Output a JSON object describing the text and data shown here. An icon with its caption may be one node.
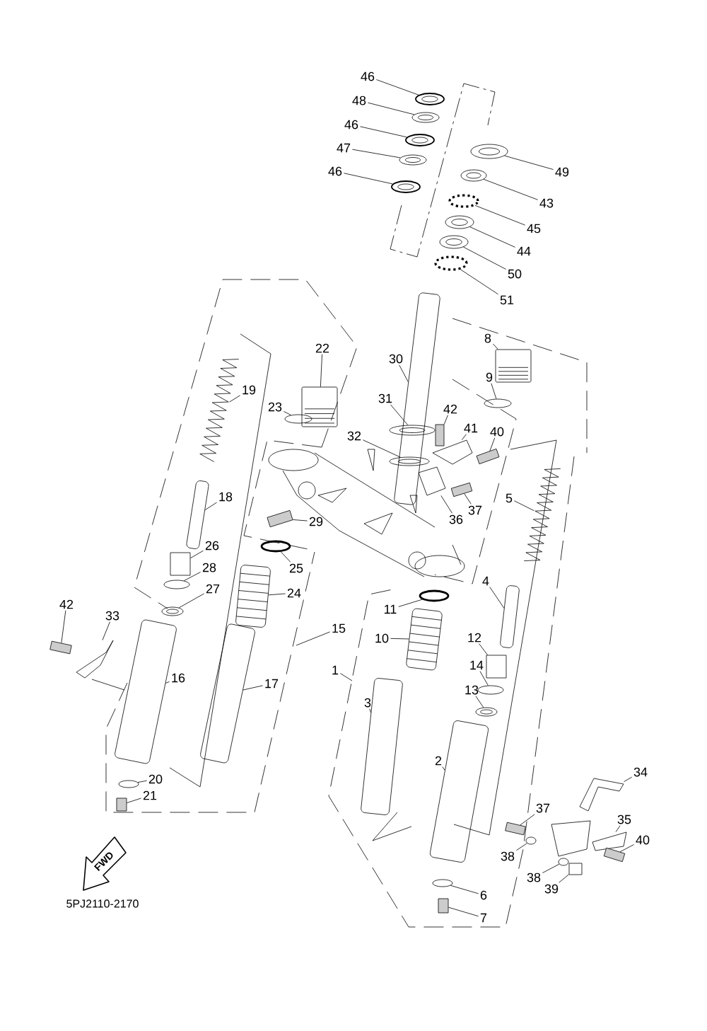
{
  "diagram": {
    "nodes": [
      {
        "text": [
          "46"
        ]
      },
      {
        "text": [
          "48"
        ]
      },
      {
        "text": [
          "46"
        ]
      },
      {
        "text": [
          "47"
        ]
      },
      {
        "text": [
          "46"
        ]
      },
      {
        "text": [
          "49"
        ]
      },
      {
        "text": [
          "43"
        ]
      },
      {
        "text": [
          "45"
        ]
      },
      {
        "text": [
          "44"
        ]
      },
      {
        "text": [
          "50"
        ]
      },
      {
        "text": [
          "51"
        ]
      },
      {
        "text": [
          "22"
        ]
      },
      {
        "text": [
          "30"
        ]
      },
      {
        "text": [
          "8"
        ]
      },
      {
        "text": [
          "9"
        ]
      },
      {
        "text": [
          "19"
        ]
      },
      {
        "text": [
          "23"
        ]
      },
      {
        "text": [
          "31"
        ]
      },
      {
        "text": [
          "42"
        ]
      },
      {
        "text": [
          "41"
        ]
      },
      {
        "text": [
          "40"
        ]
      },
      {
        "text": [
          "32"
        ]
      },
      {
        "text": [
          "5"
        ]
      },
      {
        "text": [
          "18"
        ]
      },
      {
        "text": [
          "29"
        ]
      },
      {
        "text": [
          "37"
        ]
      },
      {
        "text": [
          "36"
        ]
      },
      {
        "text": [
          "26"
        ]
      },
      {
        "text": [
          "25"
        ]
      },
      {
        "text": [
          "28"
        ]
      },
      {
        "text": [
          "4"
        ]
      },
      {
        "text": [
          "27"
        ]
      },
      {
        "text": [
          "24"
        ]
      },
      {
        "text": [
          "11"
        ]
      },
      {
        "text": [
          "42"
        ]
      },
      {
        "text": [
          "33"
        ]
      },
      {
        "text": [
          "15"
        ]
      },
      {
        "text": [
          "10"
        ]
      },
      {
        "text": [
          "12"
        ]
      },
      {
        "text": [
          "1"
        ]
      },
      {
        "text": [
          "14"
        ]
      },
      {
        "text": [
          "16"
        ]
      },
      {
        "text": [
          "17"
        ]
      },
      {
        "text": [
          "13"
        ]
      },
      {
        "text": [
          "3"
        ]
      },
      {
        "text": [
          "2"
        ]
      },
      {
        "text": [
          "34"
        ]
      },
      {
        "text": [
          "20"
        ]
      },
      {
        "text": [
          "21"
        ]
      },
      {
        "text": [
          "37"
        ]
      },
      {
        "text": [
          "35"
        ]
      },
      {
        "text": [
          "40"
        ]
      },
      {
        "text": [
          "38"
        ]
      },
      {
        "text": [
          "38"
        ]
      },
      {
        "text": [
          "39"
        ]
      },
      {
        "text": [
          "6"
        ]
      },
      {
        "text": [
          "7"
        ]
      },
      {
        "text": [],
        "shape": "picture"
      },
      {
        "text": [],
        "shape": "picture"
      },
      {
        "text": [],
        "shape": "picture"
      },
      {
        "text": [],
        "shape": "picture"
      },
      {
        "text": [],
        "shape": "picture"
      },
      {
        "text": [],
        "shape": "picture"
      },
      {
        "text": [],
        "shape": "picture"
      },
      {
        "text": [],
        "shape": "ring"
      },
      {
        "text": [],
        "shape": "picture"
      },
      {
        "text": [],
        "shape": "picture"
      },
      {
        "text": [],
        "shape": "ring"
      },
      {
        "text": [],
        "shape": "picture"
      },
      {
        "text": [],
        "shape": "picture"
      },
      {
        "text": [],
        "shape": "picture"
      },
      {
        "text": [],
        "shape": "ring"
      },
      {
        "text": [],
        "shape": "picture"
      },
      {
        "text": [],
        "shape": "ring"
      },
      {
        "text": [],
        "shape": "picture"
      },
      {
        "text": [],
        "shape": "box"
      },
      {
        "text": [],
        "shape": "picture"
      },
      {
        "text": [],
        "shape": "box"
      },
      {
        "text": [],
        "shape": "picture"
      },
      {
        "text": [],
        "shape": "picture"
      },
      {
        "text": [],
        "shape": "picture"
      },
      {
        "text": [],
        "shape": "box"
      },
      {
        "text": [],
        "shape": "box"
      },
      {
        "text": [],
        "shape": "picture"
      },
      {
        "text": [],
        "shape": "box"
      },
      {
        "text": [],
        "shape": "ring"
      },
      {
        "text": [],
        "shape": "ring"
      },
      {
        "text": [],
        "shape": "picture"
      },
      {
        "text": [],
        "shape": "picture"
      },
      {
        "text": [],
        "shape": "picture"
      },
      {
        "text": [],
        "shape": "ring"
      },
      {
        "text": [],
        "shape": "box"
      },
      {
        "text": [],
        "shape": "picture"
      },
      {
        "text": [],
        "shape": "picture"
      },
      {
        "text": [],
        "shape": "box"
      },
      {
        "text": [],
        "shape": "ring"
      },
      {
        "text": [],
        "shape": "picture"
      },
      {
        "text": [],
        "shape": "picture"
      },
      {
        "text": [],
        "shape": "picture"
      },
      {
        "text": [],
        "shape": "picture"
      },
      {
        "text": [],
        "shape": "picture"
      },
      {
        "text": [],
        "shape": "picture"
      },
      {
        "text": [],
        "shape": "ring"
      },
      {
        "text": [],
        "shape": "box"
      },
      {
        "text": [],
        "shape": "box"
      },
      {
        "text": [],
        "shape": "picture"
      },
      {
        "text": [],
        "shape": "box"
      },
      {
        "text": [],
        "shape": "ring"
      },
      {
        "text": [],
        "shape": "ring"
      },
      {
        "text": [],
        "shape": "box"
      },
      {
        "text": [],
        "shape": "ring"
      },
      {
        "text": [],
        "shape": "box"
      }
    ],
    "edges": [
      {
        "from": 0,
        "to": 57,
        "arrow": "none"
      },
      {
        "from": 1,
        "to": 58,
        "arrow": "none"
      },
      {
        "from": 2,
        "to": 59,
        "arrow": "none"
      },
      {
        "from": 3,
        "to": 60,
        "arrow": "none"
      },
      {
        "from": 4,
        "to": 61,
        "arrow": "none"
      },
      {
        "from": 5,
        "to": 62,
        "arrow": "none"
      },
      {
        "from": 6,
        "to": 63,
        "arrow": "none"
      },
      {
        "from": 7,
        "to": 64,
        "arrow": "none"
      },
      {
        "from": 8,
        "to": 65,
        "arrow": "none"
      },
      {
        "from": 9,
        "to": 66,
        "arrow": "none"
      },
      {
        "from": 10,
        "to": 67,
        "arrow": "none"
      },
      {
        "from": 11,
        "to": 68,
        "arrow": "none"
      },
      {
        "from": 12,
        "to": 69,
        "arrow": "none"
      },
      {
        "from": 13,
        "to": 70,
        "arrow": "none"
      },
      {
        "from": 14,
        "to": 71,
        "arrow": "none"
      },
      {
        "from": 15,
        "to": 72,
        "arrow": "none"
      },
      {
        "from": 16,
        "to": 73,
        "arrow": "none"
      },
      {
        "from": 17,
        "to": 74,
        "arrow": "none"
      },
      {
        "from": 18,
        "to": 75,
        "arrow": "none"
      },
      {
        "from": 19,
        "to": 76,
        "arrow": "none"
      },
      {
        "from": 20,
        "to": 77,
        "arrow": "none"
      },
      {
        "from": 21,
        "to": 78,
        "arrow": "none"
      },
      {
        "from": 22,
        "to": 79,
        "arrow": "none"
      },
      {
        "from": 23,
        "to": 80,
        "arrow": "none"
      },
      {
        "from": 24,
        "to": 81,
        "arrow": "none"
      },
      {
        "from": 25,
        "to": 82,
        "arrow": "none"
      },
      {
        "from": 26,
        "to": 83,
        "arrow": "none"
      },
      {
        "from": 27,
        "to": 84,
        "arrow": "none"
      },
      {
        "from": 28,
        "to": 85,
        "arrow": "none"
      },
      {
        "from": 29,
        "to": 86,
        "arrow": "none"
      },
      {
        "from": 30,
        "to": 87,
        "arrow": "none"
      },
      {
        "from": 31,
        "to": 88,
        "arrow": "none"
      },
      {
        "from": 32,
        "to": 89,
        "arrow": "none"
      },
      {
        "from": 33,
        "to": 90,
        "arrow": "none"
      },
      {
        "from": 34,
        "to": 91,
        "arrow": "none"
      },
      {
        "from": 35,
        "to": 92,
        "arrow": "none"
      },
      {
        "from": 36,
        "to": null,
        "arrow": "none"
      },
      {
        "from": 37,
        "to": 93,
        "arrow": "none"
      },
      {
        "from": 38,
        "to": 94,
        "arrow": "none"
      },
      {
        "from": 39,
        "to": null,
        "arrow": "none"
      },
      {
        "from": 40,
        "to": 95,
        "arrow": "none"
      },
      {
        "from": 41,
        "to": 96,
        "arrow": "none"
      },
      {
        "from": 42,
        "to": 97,
        "arrow": "none"
      },
      {
        "from": 43,
        "to": 98,
        "arrow": "none"
      },
      {
        "from": 44,
        "to": 99,
        "arrow": "none"
      },
      {
        "from": 45,
        "to": 100,
        "arrow": "none"
      },
      {
        "from": 46,
        "to": 101,
        "arrow": "none"
      },
      {
        "from": 47,
        "to": 102,
        "arrow": "none"
      },
      {
        "from": 48,
        "to": 103,
        "arrow": "none"
      },
      {
        "from": 49,
        "to": 104,
        "arrow": "none"
      },
      {
        "from": 50,
        "to": 105,
        "arrow": "none"
      },
      {
        "from": 51,
        "to": 106,
        "arrow": "none"
      },
      {
        "from": 52,
        "to": 107,
        "arrow": "none"
      },
      {
        "from": 53,
        "to": 108,
        "arrow": "none"
      },
      {
        "from": 54,
        "to": 109,
        "arrow": "none"
      },
      {
        "from": 55,
        "to": 110,
        "arrow": "none"
      },
      {
        "from": 56,
        "to": 111,
        "arrow": "none"
      }
    ],
    "labels": [
      "FWD",
      "5PJ2110-2170"
    ]
  }
}
